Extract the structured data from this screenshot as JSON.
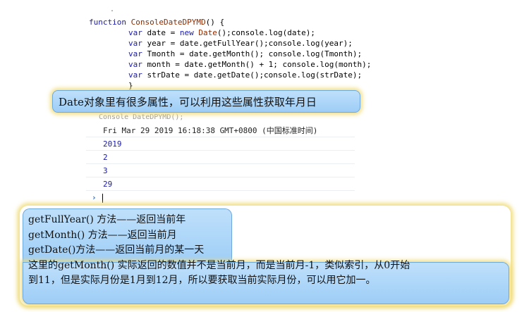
{
  "code": {
    "top_fragment": ".",
    "function_keyword": "function",
    "function_name": "ConsoleDateDPYMD",
    "function_tail": "() {",
    "lines": [
      {
        "kw": "var",
        "rest_a": " date = ",
        "kw2": "new",
        "rest_b": " ",
        "type": "Date",
        "rest_c": "();console.log(date);"
      },
      {
        "kw": "var",
        "rest_a": " year = date.getFullYear();console.log(year);",
        "kw2": "",
        "rest_b": "",
        "type": "",
        "rest_c": ""
      },
      {
        "kw": "var",
        "rest_a": " Tmonth = date.getMonth(); console.log(Tmonth);",
        "kw2": "",
        "rest_b": "",
        "type": "",
        "rest_c": ""
      },
      {
        "kw": "var",
        "rest_a": " month = date.getMonth() + 1; console.log(month);",
        "kw2": "",
        "rest_b": "",
        "type": "",
        "rest_c": ""
      },
      {
        "kw": "var",
        "rest_a": " strDate = date.getDate();console.log(strDate);",
        "kw2": "",
        "rest_b": "",
        "type": "",
        "rest_c": ""
      }
    ],
    "closing_brace": "}"
  },
  "callout_top": {
    "text": "Date对象里有很多属性，可以利用这些属性获取年月日"
  },
  "console": {
    "faint_line": "Console DateDPYMD();",
    "outputs": [
      {
        "text": "Fri Mar 29 2019 16:18:38 GMT+0800 (中国标准时间)",
        "kind": "str"
      },
      {
        "text": "2019",
        "kind": "num"
      },
      {
        "text": "2",
        "kind": "num"
      },
      {
        "text": "3",
        "kind": "num"
      },
      {
        "text": "29",
        "kind": "num"
      }
    ],
    "prompt": "›"
  },
  "callout_bottom": {
    "lines": [
      "getFullYear() 方法——返回当前年",
      "getMonth() 方法——返回当前月",
      "getDate()方法——返回当前月的某一天",
      "这里的getMonth() 实际返回的数值并不是当前月，而是当前月-1，类似索引，从0开始",
      "到11，但是实际月份是1月到12月，所以要获取当前实际月份，可以用它加一。"
    ]
  }
}
